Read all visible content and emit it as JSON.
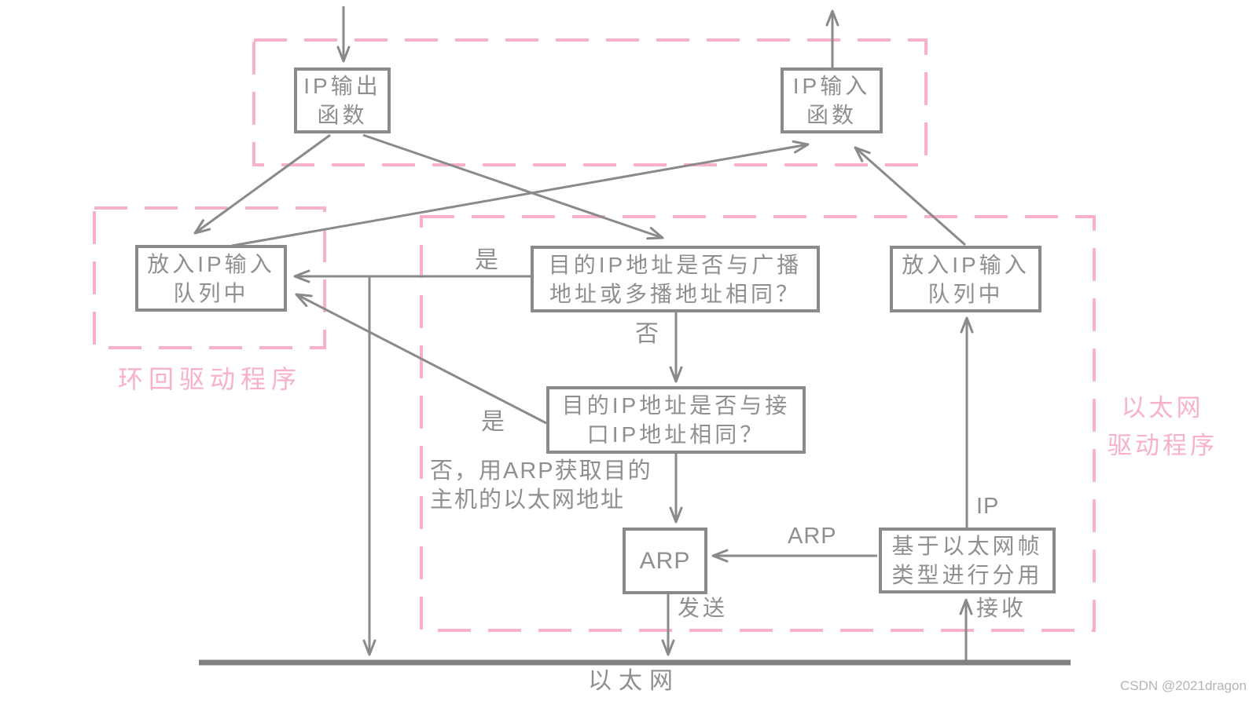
{
  "colors": {
    "stroke_gray": "#8a8a8a",
    "box_text_gray": "#8f8f8f",
    "pink_accent": "#f8b1c8",
    "watermark_gray": "#b5b5b5",
    "background": "#ffffff"
  },
  "nodes": {
    "ip_output": {
      "line1": "IP输出",
      "line2": "函数"
    },
    "ip_input": {
      "line1": "IP输入",
      "line2": "函数"
    },
    "loopback_queue": {
      "line1": "放入IP输入",
      "line2": "队列中"
    },
    "broadcast_question": {
      "line1": "目的IP地址是否与广播",
      "line2": "地址或多播地址相同？"
    },
    "interface_question": {
      "line1": "目的IP地址是否与接",
      "line2": "口IP地址相同？"
    },
    "arp": {
      "line1": "ARP"
    },
    "demux": {
      "line1": "基于以太网帧",
      "line2": "类型进行分用"
    },
    "ethernet_queue": {
      "line1": "放入IP输入",
      "line2": "队列中"
    }
  },
  "edge_labels": {
    "yes_broadcast": "是",
    "no_broadcast": "否",
    "yes_interface": "是",
    "arp_note_line1": "否，用ARP获取目的",
    "arp_note_line2": "主机的以太网地址",
    "arp_edge": "ARP",
    "ip_edge": "IP",
    "send": "发送",
    "receive": "接收"
  },
  "region_labels": {
    "loopback_driver": "环回驱动程序",
    "ethernet_driver_line1": "以太网",
    "ethernet_driver_line2": "驱动程序",
    "ethernet_bus": "以太网"
  },
  "watermark": "CSDN @2021dragon"
}
